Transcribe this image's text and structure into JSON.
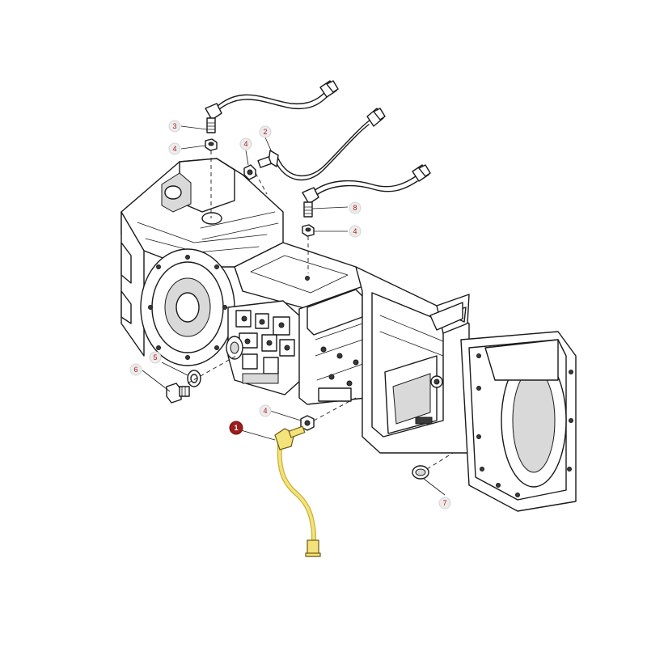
{
  "callouts": [
    {
      "label": "1",
      "highlighted": true
    },
    {
      "label": "2"
    },
    {
      "label": "3"
    },
    {
      "label": "4"
    },
    {
      "label": "4"
    },
    {
      "label": "4"
    },
    {
      "label": "4"
    },
    {
      "label": "5"
    },
    {
      "label": "6"
    },
    {
      "label": "7"
    },
    {
      "label": "8"
    }
  ],
  "colors": {
    "highlight_part": "#f4e27a",
    "active_callout": "#9a1f1f",
    "callout_text": "#b01818",
    "callout_bg": "#ececec"
  }
}
